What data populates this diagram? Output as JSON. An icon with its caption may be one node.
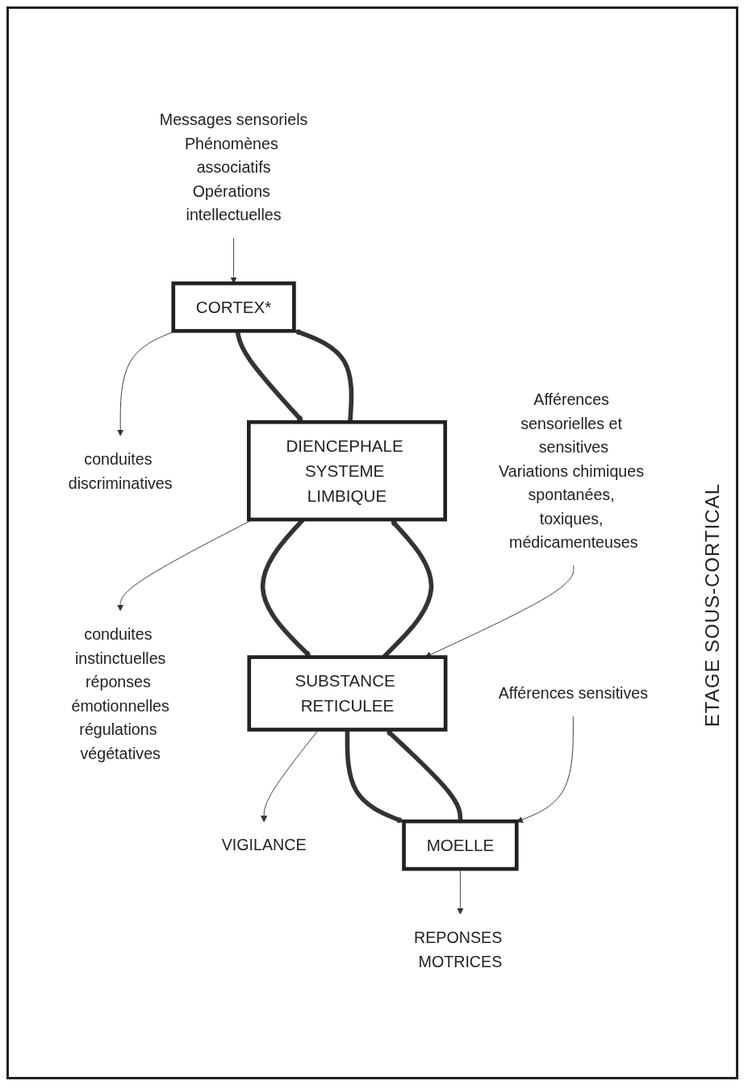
{
  "diagram": {
    "nodes": [
      {
        "text": [
          "Messages sensoriels",
          "Phénomènes associatifs",
          "Opérations intellectuelles"
        ]
      },
      {
        "text": [
          "CORTEX*"
        ]
      },
      {
        "text": [
          "conduites discriminatives"
        ]
      },
      {
        "text": [
          "DIENCEPHALE SYSTEME LIMBIQUE"
        ]
      },
      {
        "text": [
          "conduites instinctuelles",
          "réponses émotionnelles",
          "régulations végétatives"
        ]
      },
      {
        "text": [
          "Afférences sensorielles et sensitives",
          "Variations chimiques spontanées, toxiques, médicamenteuses"
        ]
      },
      {
        "text": [
          "SUBSTANCE RETICULEE"
        ]
      },
      {
        "text": [
          "VIGILANCE"
        ]
      },
      {
        "text": [
          "Afférences sensitives"
        ]
      },
      {
        "text": [
          "MOELLE"
        ]
      },
      {
        "text": [
          "REPONSES MOTRICES"
        ]
      }
    ],
    "edges": [
      {
        "from": 0,
        "to": 1,
        "arrow": "to"
      },
      {
        "from": 1,
        "to": 2,
        "arrow": "to"
      },
      {
        "from": 1,
        "to": 3,
        "arrow": "to",
        "style": "thick"
      },
      {
        "from": 3,
        "to": 1,
        "arrow": "to",
        "style": "thick"
      },
      {
        "from": 3,
        "to": 4,
        "arrow": "to"
      },
      {
        "from": 3,
        "to": 6,
        "arrow": "to",
        "style": "thick"
      },
      {
        "from": 6,
        "to": 3,
        "arrow": "to",
        "style": "thick"
      },
      {
        "from": 5,
        "to": 6,
        "arrow": "to"
      },
      {
        "from": 6,
        "to": 7,
        "arrow": "to"
      },
      {
        "from": 6,
        "to": 9,
        "arrow": "to",
        "style": "thick"
      },
      {
        "from": 9,
        "to": 6,
        "arrow": "to",
        "style": "thick"
      },
      {
        "from": 8,
        "to": 9,
        "arrow": "to"
      },
      {
        "from": 9,
        "to": 10,
        "arrow": "to"
      }
    ],
    "labels": [
      "ETAGE SOUS-CORTICAL"
    ]
  }
}
